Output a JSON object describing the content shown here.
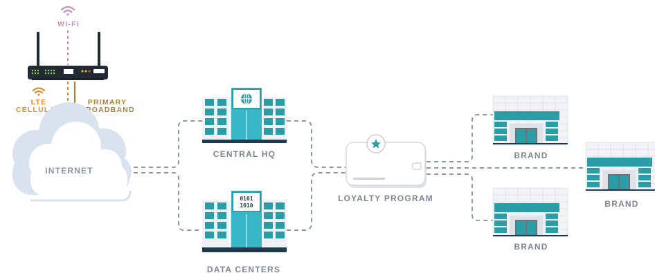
{
  "labels": {
    "wifi": "WI-FI",
    "lte_line1": "LTE",
    "lte_line2": "CELLULAR",
    "primary_line1": "PRIMARY",
    "primary_line2": "BROADBAND",
    "internet": "INTERNET",
    "central_hq": "CENTRAL HQ",
    "data_centers": "DATA CENTERS",
    "loyalty_program": "LOYALTY PROGRAM",
    "brand_top": "BRAND",
    "brand_right": "BRAND",
    "brand_bottom": "BRAND",
    "binary_line1": "0101",
    "binary_line2": "1010"
  },
  "icons": {
    "router": "router-icon",
    "wifi": "wifi-icon",
    "lte": "wifi-icon",
    "cloud": "cloud-icon",
    "hq_building": "office-building-icon",
    "hq_globe": "globe-icon",
    "datacenter_building": "data-center-building-icon",
    "loyalty_card": "loyalty-card-icon",
    "star": "star-icon",
    "storefront": "storefront-icon"
  },
  "colors": {
    "teal": "#2a9da6",
    "teal_light": "#37b6c8",
    "dark": "#1f3a4d",
    "wifi_purple": "#c98fbe",
    "lte_orange": "#e08a2a",
    "broadband_gold": "#a8843a",
    "connector_gray": "#8b98a8",
    "cloud_blue": "#d9e2ef",
    "label_gray": "#7f8590"
  }
}
